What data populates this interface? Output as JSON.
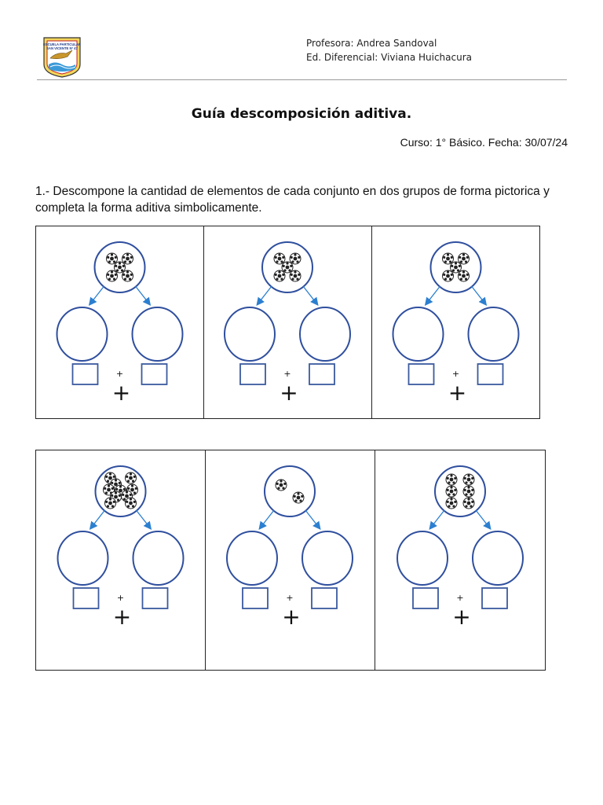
{
  "header": {
    "logo_icon": "school-crest-icon",
    "logo_lines": [
      "ESCUELA PARTICULAR",
      "SAN VICENTE Nº 47"
    ],
    "teacher": "Profesora: Andrea Sandoval",
    "special_ed": "Ed. Diferencial: Viviana Huichacura"
  },
  "title": "Guía descomposición aditiva.",
  "course_line": "Curso: 1° Básico. Fecha: 30/07/24",
  "instruction": "1.- Descompone la cantidad de elementos de cada conjunto en dos grupos de forma pictorica y completa la forma aditiva simbolicamente.",
  "plus_sign": "+",
  "colors": {
    "circle": "#2f4f9e",
    "arrow": "#2b7fd0",
    "box": "#3b5a9e"
  },
  "ball_icon": "soccer-ball-icon",
  "exercises": [
    {
      "balls": 5
    },
    {
      "balls": 5
    },
    {
      "balls": 5
    },
    {
      "balls": 10
    },
    {
      "balls": 2
    },
    {
      "balls": 6
    }
  ]
}
